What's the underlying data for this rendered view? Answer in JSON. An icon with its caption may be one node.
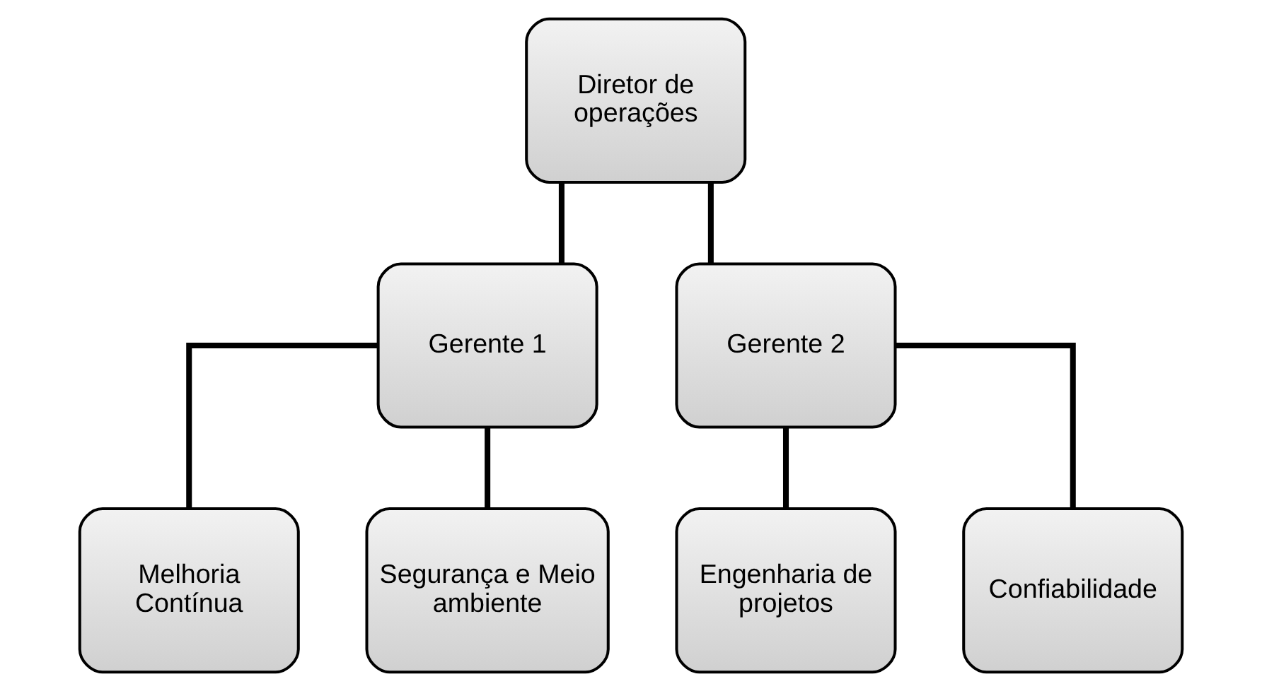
{
  "diagram": {
    "nodes": [
      {
        "text": [
          "Diretor de operações"
        ]
      },
      {
        "text": [
          "Gerente 1"
        ]
      },
      {
        "text": [
          "Gerente 2"
        ]
      },
      {
        "text": [
          "Melhoria Contínua"
        ]
      },
      {
        "text": [
          "Segurança e Meio ambiente"
        ]
      },
      {
        "text": [
          "Engenharia de projetos"
        ]
      },
      {
        "text": [
          "Confiabilidade"
        ]
      }
    ],
    "edges": [
      {
        "from": 0,
        "to": 1,
        "arrow": "none"
      },
      {
        "from": 0,
        "to": 2,
        "arrow": "none"
      },
      {
        "from": 1,
        "to": 3,
        "arrow": "none"
      },
      {
        "from": 1,
        "to": 4,
        "arrow": "none"
      },
      {
        "from": 2,
        "to": 5,
        "arrow": "none"
      },
      {
        "from": 2,
        "to": 6,
        "arrow": "none"
      }
    ]
  }
}
